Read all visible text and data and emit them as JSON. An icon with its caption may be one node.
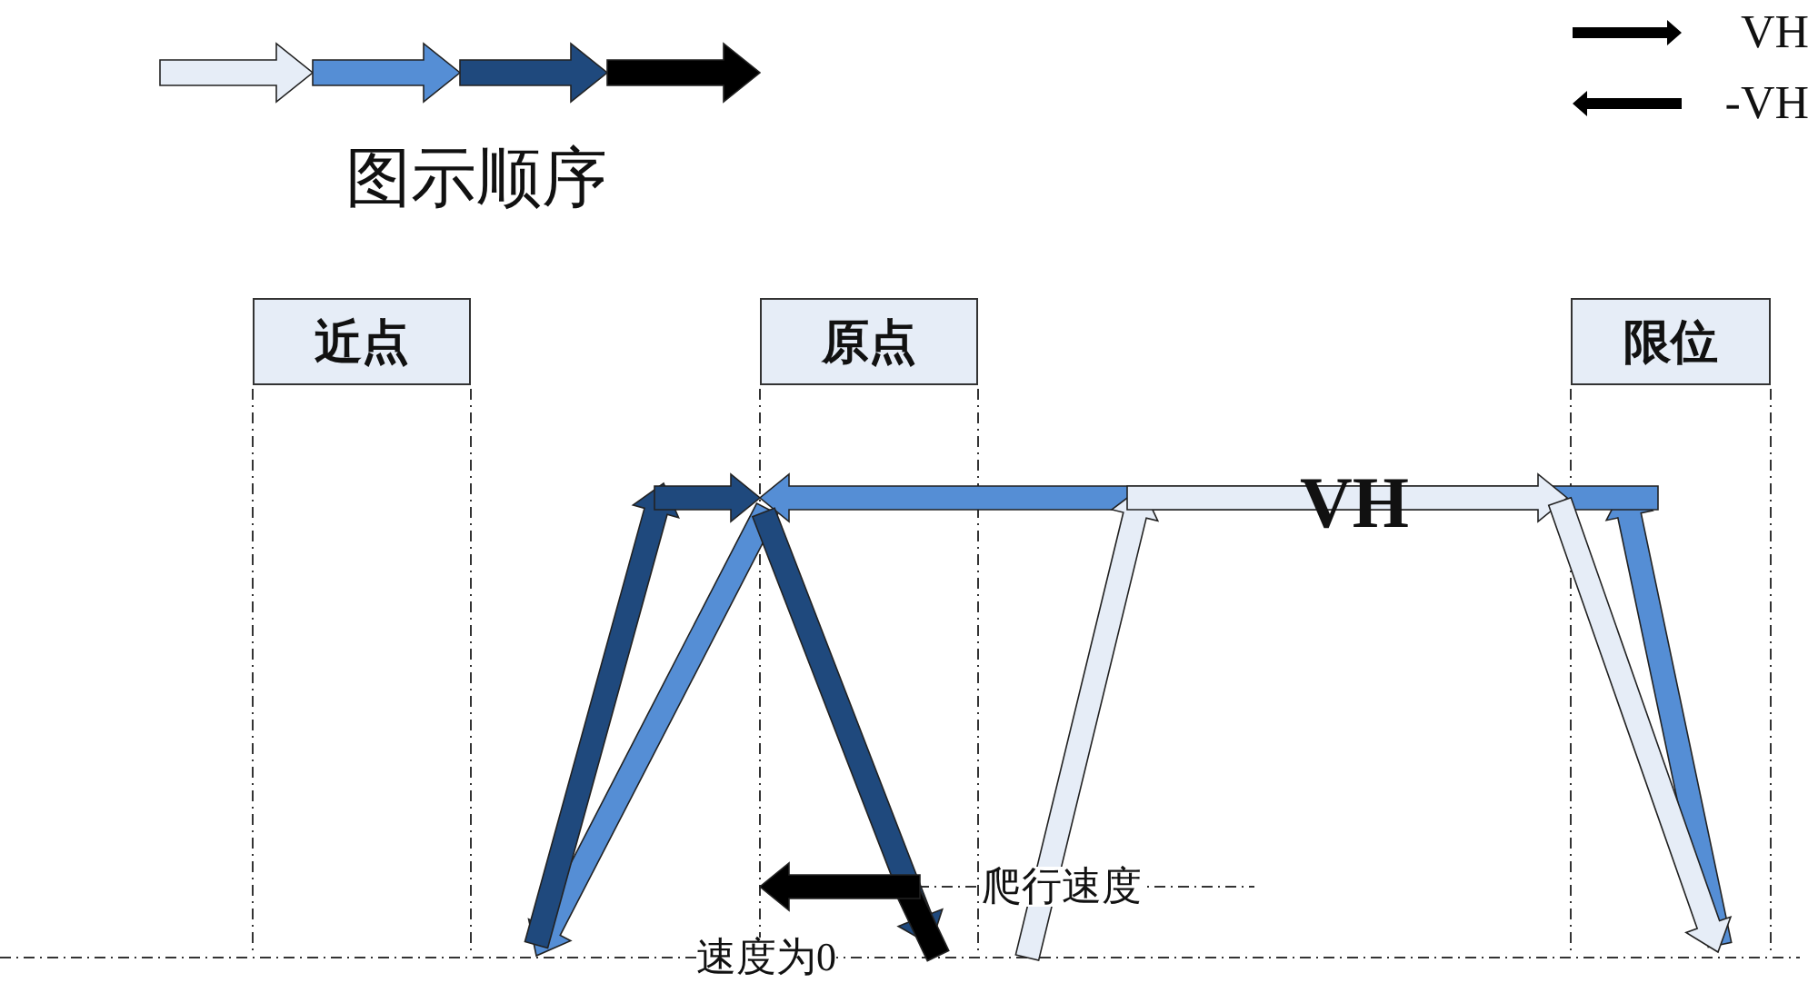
{
  "diagram": {
    "nodes": [
      {
        "text": [
          "近点"
        ]
      },
      {
        "text": [
          "原点"
        ]
      },
      {
        "text": [
          "限位"
        ]
      }
    ],
    "labels": [
      "图示顺序",
      "VH",
      "爬行速度",
      "速度为0"
    ],
    "legend": [
      {
        "text": "VH"
      },
      {
        "text": "-VH"
      }
    ]
  }
}
